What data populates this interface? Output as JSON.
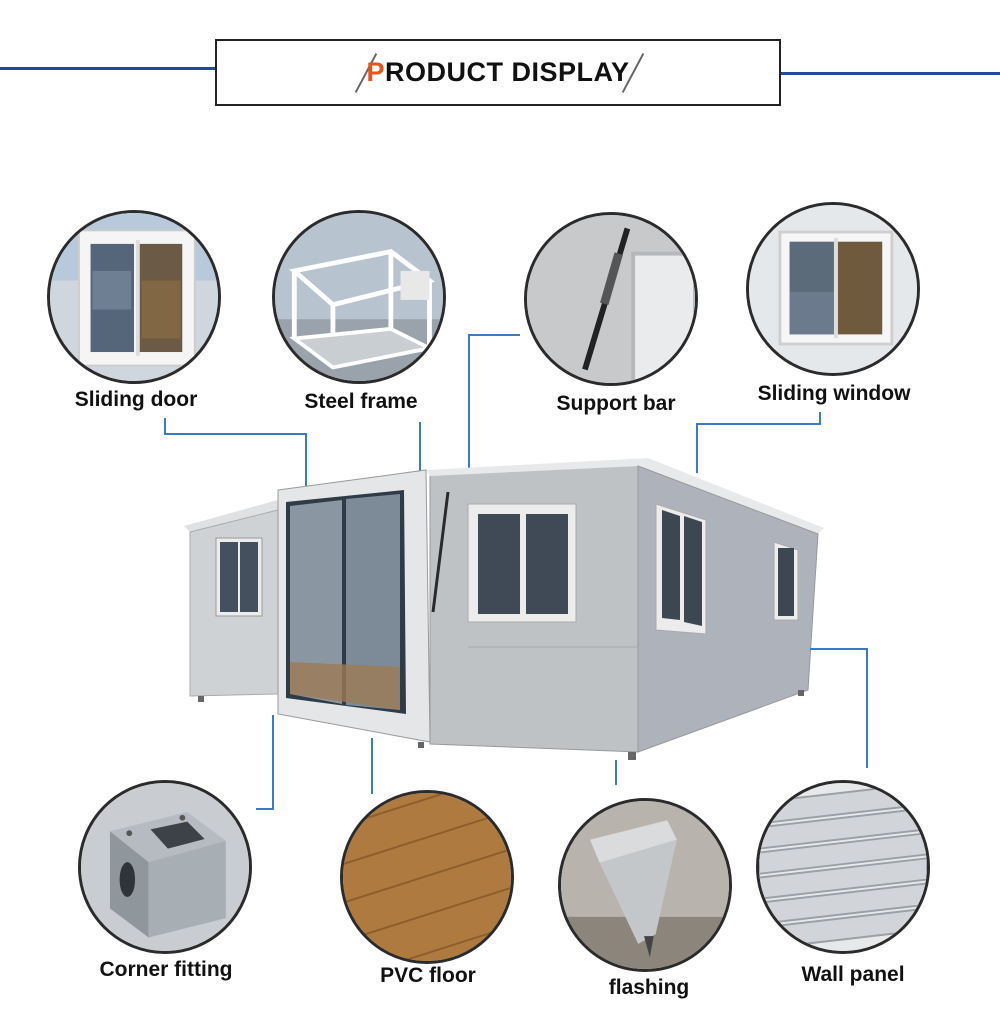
{
  "banner": {
    "title_first": "P",
    "title_rest": "RODUCT DISPLAY"
  },
  "colors": {
    "accent_line": "#1f4f9c",
    "title_initial": "#e8541e",
    "connector": "#3b79c9"
  },
  "features": {
    "sliding_door": "Sliding door",
    "steel_frame": "Steel frame",
    "support_bar": "Support bar",
    "sliding_window": "Sliding window",
    "corner_fitting": "Corner fitting",
    "pvc_floor": "PVC floor",
    "flashing": "flashing",
    "wall_panel": "Wall panel"
  }
}
